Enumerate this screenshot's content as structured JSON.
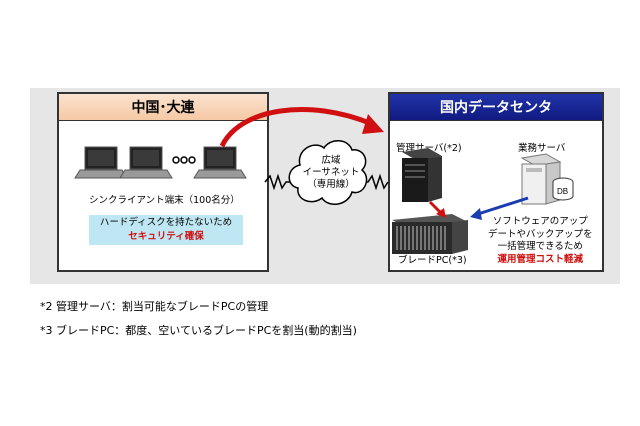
{
  "left_panel": {
    "title": "中国･大連",
    "laptops_label": "シンクライアント端末（100名分）",
    "note_line1": "ハードディスクを持たないため",
    "note_line2": "セキュリティ確保"
  },
  "network": {
    "line1": "広域",
    "line2": "イーサネット",
    "line3": "（専用線）"
  },
  "right_panel": {
    "title": "国内データセンタ",
    "mgmt_server_label": "管理サーバ(*2)",
    "biz_server_label": "業務サーバ",
    "db_label": "DB",
    "blade_label": "ブレードPC(*3)",
    "text_line1": "ソフトウェアのアップ",
    "text_line2": "デートやバックアップを",
    "text_line3": "一括管理できるため",
    "text_line4": "運用管理コスト軽減"
  },
  "footnotes": {
    "note2": "*2  管理サーバ：割当可能なブレードPCの管理",
    "note3": "*3  ブレードPC：都度、空いているブレードPCを割当(動的割当)"
  },
  "colors": {
    "left_header": "#f5c9a4",
    "right_header": "#101a80",
    "note_bg": "#bfe6f3",
    "arrow_red": "#d01010",
    "arrow_blue": "#1a3cb0"
  }
}
